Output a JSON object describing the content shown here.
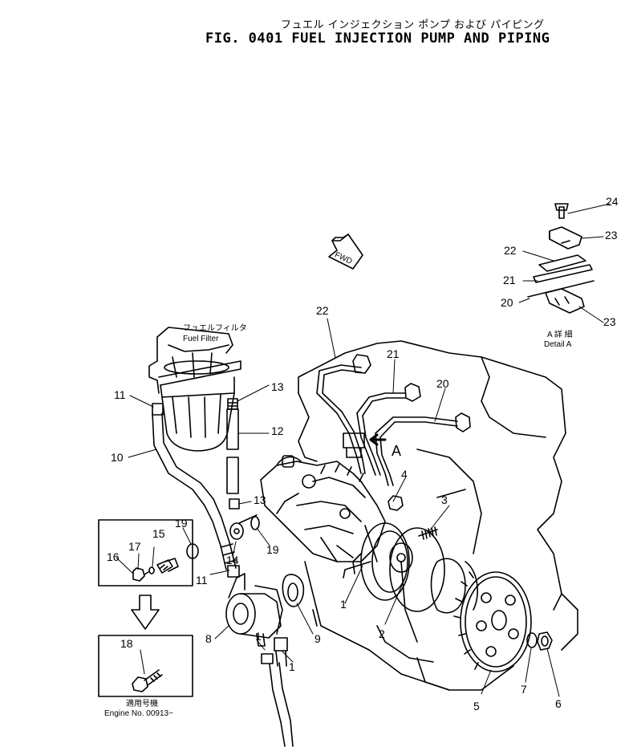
{
  "figure": {
    "title_jp": "フュエル インジェクション ポンプ および パイピング",
    "title_en": "FIG. 0401   FUEL INJECTION PUMP AND PIPING"
  },
  "labels": {
    "fuel_filter_jp": "フュエルフィルタ",
    "fuel_filter_en": "Fuel  Filter",
    "fwd": "FWD",
    "view_a": "A",
    "detail_jp": "A 詳 細",
    "detail_en": "Detail  A",
    "serial_jp": "適用号機",
    "serial_en": "Engine  No.  00913~"
  },
  "callouts": [
    "1",
    "1",
    "1",
    "2",
    "3",
    "4",
    "5",
    "6",
    "7",
    "8",
    "9",
    "10",
    "11",
    "11",
    "12",
    "13",
    "13",
    "14",
    "15",
    "16",
    "17",
    "18",
    "19",
    "19",
    "20",
    "20",
    "21",
    "21",
    "22",
    "22",
    "23",
    "23",
    "24"
  ]
}
